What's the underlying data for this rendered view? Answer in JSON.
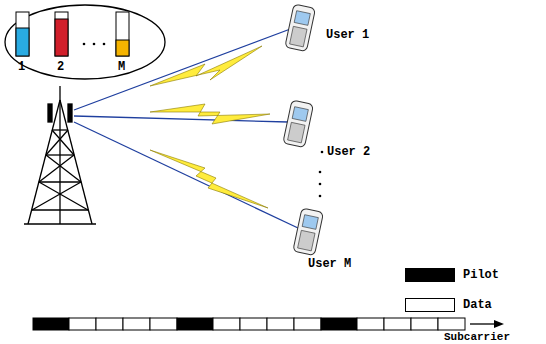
{
  "diagram": {
    "labels": [
      "1",
      "2",
      "M",
      "User 1",
      "User 2",
      "User M",
      "Subcarrier"
    ],
    "legend": [
      {
        "text": "Pilot",
        "color": "#000000"
      },
      {
        "text": "Data",
        "color": "#ffffff"
      }
    ]
  }
}
